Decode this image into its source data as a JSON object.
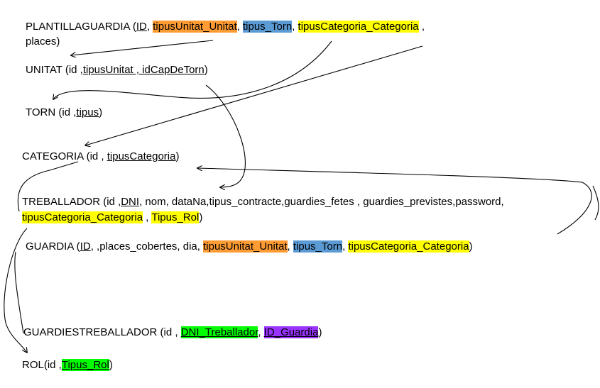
{
  "plantilla": {
    "name": "PLANTILLAGUARDIA",
    "open": " (",
    "id": "ID",
    "sep1": ", ",
    "unitat_fk": "tipusUnitat_Unitat",
    "sep2": ", ",
    "torn_fk": "tipus_Torn",
    "sep3": ", ",
    "categoria_fk": "tipusCategoria_Categoria",
    "sep4": " ,",
    "line2": "places)"
  },
  "unitat": {
    "name": "UNITAT (id ,",
    "key": "tipusUnitat , idCapDeTorn",
    "close": ")"
  },
  "torn": {
    "name": "TORN (id ,",
    "key": "tipus",
    "close": ")"
  },
  "categoria": {
    "name": "CATEGORIA (id , ",
    "key": "tipusCategoria",
    "close": ")"
  },
  "treballador": {
    "name": "TREBALLADOR (id ,",
    "key": "DNI",
    "rest": ", nom, dataNa,tipus_contracte,guardies_fetes , guardies_previstes,password,",
    "categoria_fk": "tipusCategoria_Categoria",
    "sep": " , ",
    "rol_fk": "Tipus_Rol",
    "close": ")"
  },
  "guardia": {
    "name": "GUARDIA (",
    "id": "ID",
    "rest": ", ,places_cobertes, dia, ",
    "unitat_fk": "tipusUnitat_Unitat",
    "sep1": ", ",
    "torn_fk": "tipus_Torn",
    "sep2": ", ",
    "categoria_fk": "tipusCategoria_Categoria",
    "close": ")"
  },
  "guardiestreballador": {
    "name": "GUARDIESTREBALLADOR (id , ",
    "dni_fk": "DNI_Treballador",
    "sep": ", ",
    "guardia_fk": "ID_Guardia",
    "close": ")"
  },
  "rol": {
    "name": "ROL(id ,",
    "key": "Tipus_Rol",
    "close": ")"
  },
  "colors": {
    "unitat": "#ff9b33",
    "torn": "#5b9bd5",
    "categoria": "#ffff00",
    "treballador_dni": "#00ff00",
    "guardia_id": "#9933ff"
  }
}
